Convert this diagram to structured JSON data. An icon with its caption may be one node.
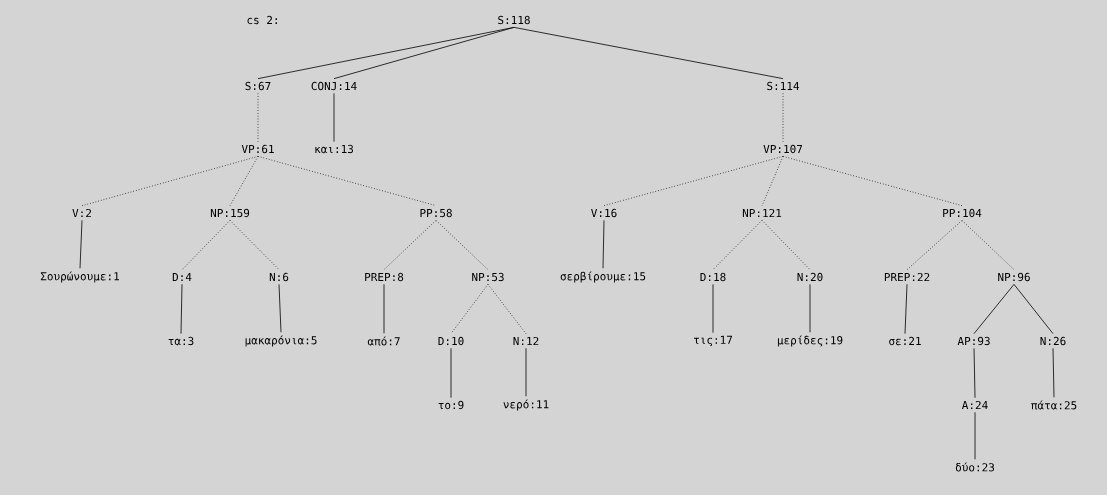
{
  "diagram": {
    "nodes": [
      {
        "text": [
          "S:118"
        ]
      },
      {
        "text": [
          "S:67"
        ]
      },
      {
        "text": [
          "CONJ:14"
        ]
      },
      {
        "text": [
          "S:114"
        ]
      },
      {
        "text": [
          "VP:61"
        ]
      },
      {
        "text": [
          "και:13"
        ]
      },
      {
        "text": [
          "VP:107"
        ]
      },
      {
        "text": [
          "V:2"
        ]
      },
      {
        "text": [
          "NP:159"
        ]
      },
      {
        "text": [
          "PP:58"
        ]
      },
      {
        "text": [
          "V:16"
        ]
      },
      {
        "text": [
          "NP:121"
        ]
      },
      {
        "text": [
          "PP:104"
        ]
      },
      {
        "text": [
          "Σουρώνουμε:1"
        ]
      },
      {
        "text": [
          "D:4"
        ]
      },
      {
        "text": [
          "N:6"
        ]
      },
      {
        "text": [
          "PREP:8"
        ]
      },
      {
        "text": [
          "NP:53"
        ]
      },
      {
        "text": [
          "σερβίρουμε:15"
        ]
      },
      {
        "text": [
          "D:18"
        ]
      },
      {
        "text": [
          "N:20"
        ]
      },
      {
        "text": [
          "PREP:22"
        ]
      },
      {
        "text": [
          "NP:96"
        ]
      },
      {
        "text": [
          "τα:3"
        ]
      },
      {
        "text": [
          "μακαρόνια:5"
        ]
      },
      {
        "text": [
          "από:7"
        ]
      },
      {
        "text": [
          "D:10"
        ]
      },
      {
        "text": [
          "N:12"
        ]
      },
      {
        "text": [
          "τις:17"
        ]
      },
      {
        "text": [
          "μερίδες:19"
        ]
      },
      {
        "text": [
          "σε:21"
        ]
      },
      {
        "text": [
          "AP:93"
        ]
      },
      {
        "text": [
          "N:26"
        ]
      },
      {
        "text": [
          "το:9"
        ]
      },
      {
        "text": [
          "νερό:11"
        ]
      },
      {
        "text": [
          "A:24"
        ]
      },
      {
        "text": [
          "πάτα:25"
        ]
      },
      {
        "text": [
          "δύο:23"
        ]
      }
    ],
    "edges": [
      {
        "from": 0,
        "to": 1,
        "arrow": "none"
      },
      {
        "from": 0,
        "to": 2,
        "arrow": "none"
      },
      {
        "from": 0,
        "to": 3,
        "arrow": "none"
      },
      {
        "from": 1,
        "to": 4,
        "arrow": "none",
        "style": "dashed"
      },
      {
        "from": 2,
        "to": 5,
        "arrow": "none"
      },
      {
        "from": 3,
        "to": 6,
        "arrow": "none",
        "style": "dashed"
      },
      {
        "from": 4,
        "to": 7,
        "arrow": "none",
        "style": "dashed"
      },
      {
        "from": 4,
        "to": 8,
        "arrow": "none",
        "style": "dashed"
      },
      {
        "from": 4,
        "to": 9,
        "arrow": "none",
        "style": "dashed"
      },
      {
        "from": 6,
        "to": 10,
        "arrow": "none",
        "style": "dashed"
      },
      {
        "from": 6,
        "to": 11,
        "arrow": "none",
        "style": "dashed"
      },
      {
        "from": 6,
        "to": 12,
        "arrow": "none",
        "style": "dashed"
      },
      {
        "from": 7,
        "to": 13,
        "arrow": "none"
      },
      {
        "from": 8,
        "to": 14,
        "arrow": "none",
        "style": "dashed"
      },
      {
        "from": 8,
        "to": 15,
        "arrow": "none",
        "style": "dashed"
      },
      {
        "from": 9,
        "to": 16,
        "arrow": "none",
        "style": "dashed"
      },
      {
        "from": 9,
        "to": 17,
        "arrow": "none",
        "style": "dashed"
      },
      {
        "from": 10,
        "to": 18,
        "arrow": "none"
      },
      {
        "from": 11,
        "to": 19,
        "arrow": "none",
        "style": "dashed"
      },
      {
        "from": 11,
        "to": 20,
        "arrow": "none",
        "style": "dashed"
      },
      {
        "from": 12,
        "to": 21,
        "arrow": "none",
        "style": "dashed"
      },
      {
        "from": 12,
        "to": 22,
        "arrow": "none",
        "style": "dashed"
      },
      {
        "from": 14,
        "to": 23,
        "arrow": "none"
      },
      {
        "from": 15,
        "to": 24,
        "arrow": "none"
      },
      {
        "from": 16,
        "to": 25,
        "arrow": "none"
      },
      {
        "from": 17,
        "to": 26,
        "arrow": "none",
        "style": "dashed"
      },
      {
        "from": 17,
        "to": 27,
        "arrow": "none",
        "style": "dashed"
      },
      {
        "from": 19,
        "to": 28,
        "arrow": "none"
      },
      {
        "from": 20,
        "to": 29,
        "arrow": "none"
      },
      {
        "from": 21,
        "to": 30,
        "arrow": "none"
      },
      {
        "from": 22,
        "to": 31,
        "arrow": "none"
      },
      {
        "from": 22,
        "to": 32,
        "arrow": "none"
      },
      {
        "from": 26,
        "to": 33,
        "arrow": "none"
      },
      {
        "from": 27,
        "to": 34,
        "arrow": "none"
      },
      {
        "from": 31,
        "to": 35,
        "arrow": "none"
      },
      {
        "from": 32,
        "to": 36,
        "arrow": "none"
      },
      {
        "from": 35,
        "to": 37,
        "arrow": "none"
      }
    ],
    "labels": [
      "cs 2:"
    ]
  }
}
